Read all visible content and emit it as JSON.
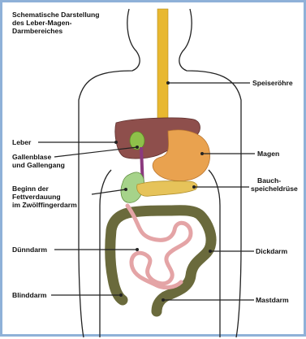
{
  "title": {
    "line1": "Schematische Darstellung",
    "line2": "des Leber-Magen-",
    "line3": "Darmbereiches"
  },
  "labels": {
    "speiseroehre": "Speiseröhre",
    "leber": "Leber",
    "gallenblase_1": "Gallenblase",
    "gallenblase_2": "und Gallengang",
    "magen": "Magen",
    "bauch_1": "Bauch-",
    "bauch_2": "speicheldrüse",
    "beginn_1": "Beginn der",
    "beginn_2": "Fettverdauung",
    "beginn_3": "im Zwölffingerdarm",
    "duenndarm": "Dünndarm",
    "dickdarm": "Dickdarm",
    "blinddarm": "Blinddarm",
    "mastdarm": "Mastdarm"
  },
  "colors": {
    "frame": "#8fb1d8",
    "esophagus": "#e8b830",
    "liver": "#8e4f4c",
    "stomach": "#e9a24f",
    "gallbladder": "#8ec04a",
    "duodenum": "#a6d38a",
    "pancreas": "#e6c35a",
    "bile_duct": "#8b3a7e",
    "large_intestine": "#6a6a3c",
    "small_intestine": "#e4a4a6"
  }
}
